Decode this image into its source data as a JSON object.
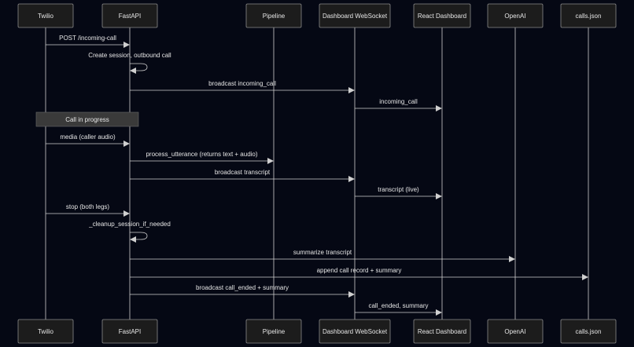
{
  "diagram": {
    "type": "sequence",
    "actors": [
      {
        "id": "twilio",
        "label": "Twilio"
      },
      {
        "id": "fastapi",
        "label": "FastAPI"
      },
      {
        "id": "pipeline",
        "label": "Pipeline"
      },
      {
        "id": "dashboard_ws",
        "label": "Dashboard WebSocket"
      },
      {
        "id": "react_dashboard",
        "label": "React Dashboard"
      },
      {
        "id": "openai",
        "label": "OpenAI"
      },
      {
        "id": "calls_json",
        "label": "calls.json"
      }
    ],
    "messages": [
      {
        "from": "twilio",
        "to": "fastapi",
        "label": "POST /incoming-call"
      },
      {
        "from": "fastapi",
        "to": "fastapi",
        "label": "Create session, outbound call"
      },
      {
        "from": "fastapi",
        "to": "dashboard_ws",
        "label": "broadcast incoming_call"
      },
      {
        "from": "dashboard_ws",
        "to": "react_dashboard",
        "label": "incoming_call"
      },
      {
        "note": "Call in progress",
        "over": [
          "twilio",
          "fastapi"
        ]
      },
      {
        "from": "twilio",
        "to": "fastapi",
        "label": "media (caller audio)"
      },
      {
        "from": "fastapi",
        "to": "pipeline",
        "label": "process_utterance (returns text + audio)"
      },
      {
        "from": "fastapi",
        "to": "dashboard_ws",
        "label": "broadcast transcript"
      },
      {
        "from": "dashboard_ws",
        "to": "react_dashboard",
        "label": "transcript (live)"
      },
      {
        "from": "twilio",
        "to": "fastapi",
        "label": "stop (both legs)"
      },
      {
        "from": "fastapi",
        "to": "fastapi",
        "label": "_cleanup_session_if_needed"
      },
      {
        "from": "fastapi",
        "to": "openai",
        "label": "summarize transcript"
      },
      {
        "from": "fastapi",
        "to": "calls_json",
        "label": "append call record + summary"
      },
      {
        "from": "fastapi",
        "to": "dashboard_ws",
        "label": "broadcast call_ended + summary"
      },
      {
        "from": "dashboard_ws",
        "to": "react_dashboard",
        "label": "call_ended, summary"
      }
    ]
  },
  "colors": {
    "background": "#050814",
    "actor_fill": "#1c1c1c",
    "actor_stroke": "#8a8a8a",
    "line": "#cfcfcf",
    "text": "#e6e6e6",
    "note_fill": "#3a3a3a"
  }
}
